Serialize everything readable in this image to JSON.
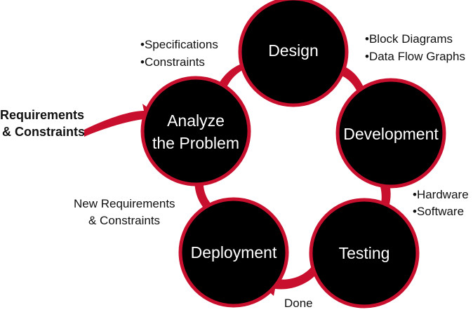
{
  "colors": {
    "accent": "#c8102e",
    "node_fill": "#000000",
    "node_text": "#ffffff",
    "text": "#111111"
  },
  "nodes": {
    "design": "Design",
    "development": "Development",
    "testing": "Testing",
    "deployment": "Deployment",
    "analyze_line1": "Analyze",
    "analyze_line2": "the Problem"
  },
  "notes": {
    "requirements_line1": "Requirements",
    "requirements_line2": "& Constraints",
    "design_inputs_1": "•Specifications",
    "design_inputs_2": "•Constraints",
    "design_outputs_1": "•Block Diagrams",
    "design_outputs_2": "•Data Flow Graphs",
    "dev_outputs_1": "•Hardware",
    "dev_outputs_2": "•Software",
    "new_req_line1": "New Requirements",
    "new_req_line2": "& Constraints",
    "done": "Done"
  }
}
